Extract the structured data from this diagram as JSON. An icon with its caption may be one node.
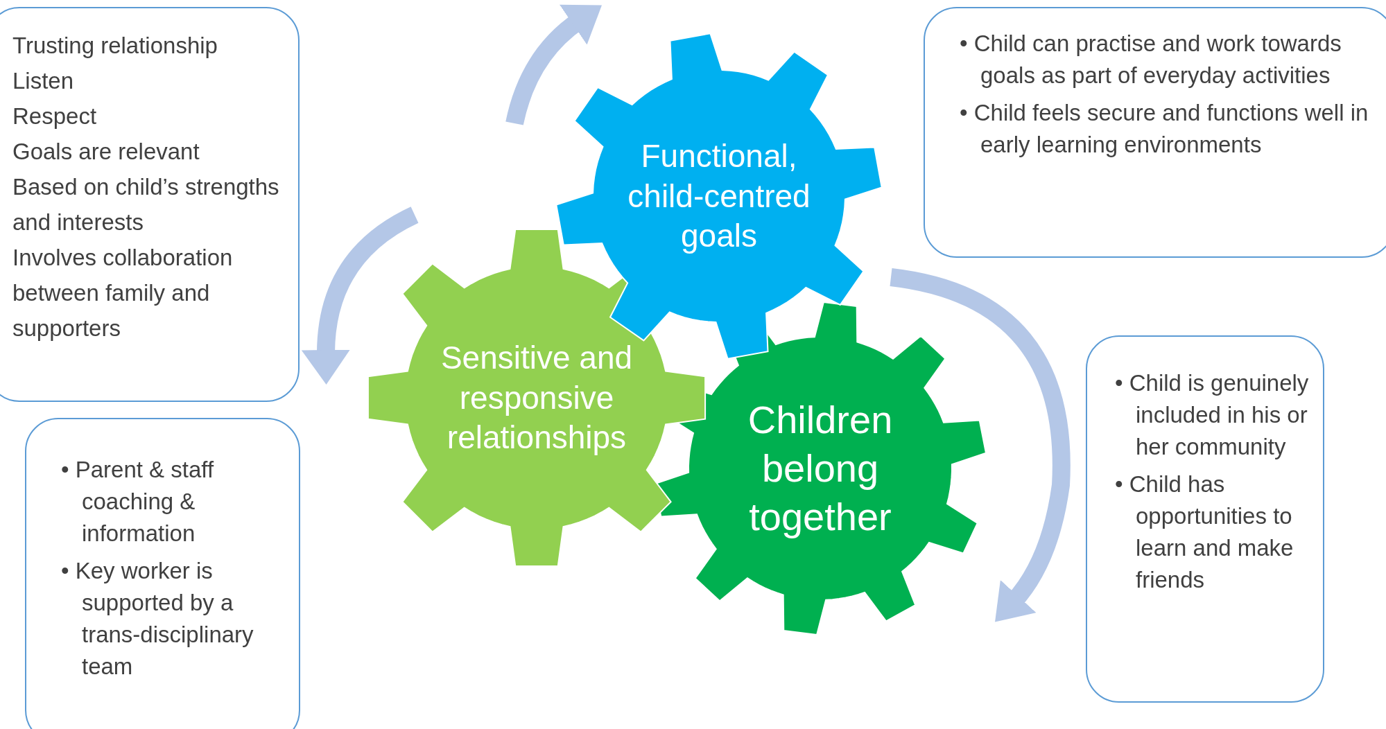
{
  "diagram": {
    "nodes": [
      {
        "text": [
          "Trusting relationship",
          "Listen",
          "Respect",
          "Goals are relevant",
          "Based on child’s strengths and interests",
          "Involves collaboration between family and supporters"
        ]
      },
      {
        "text": [
          "Functional, child-centred goals"
        ]
      },
      {
        "text": [
          "• Child can practise and work towards goals as part of everyday activities",
          "• Child feels secure and functions well in early learning environments"
        ]
      },
      {
        "text": [
          "Sensitive and responsive relationships"
        ]
      },
      {
        "text": [
          "Children belong together"
        ]
      },
      {
        "text": [
          "• Parent & staff coaching & information",
          "• Key worker is supported by a trans-disciplinary team"
        ]
      },
      {
        "text": [
          "• Child is genuinely included in his or her community",
          "• Child has opportunities to learn and make friends"
        ]
      }
    ]
  }
}
